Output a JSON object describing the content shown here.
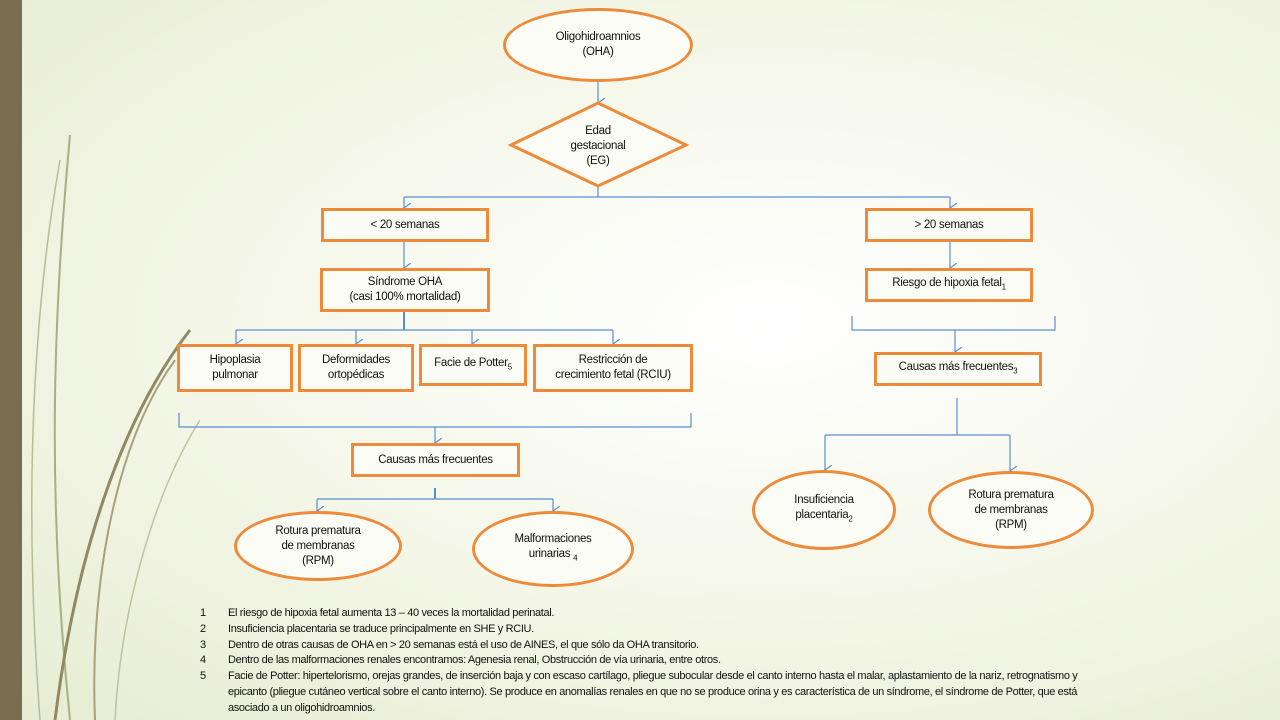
{
  "nodes": {
    "oha": "Oligohidroamnios\n(OHA)",
    "eg": "Edad\ngestacional\n(EG)",
    "lt20": "< 20  semanas",
    "gt20": "> 20  semanas",
    "sindrome": "Síndrome OHA\n(casi 100% mortalidad)",
    "riesgo": "Riesgo de hipoxia fetal",
    "riesgo_sub": "1",
    "hipoplasia": "Hipoplasia\npulmonar",
    "deformidades": "Deformidades\nortopédicas",
    "facie": "Facie de Potter",
    "facie_sub": "5",
    "rciu": "Restricción  de\ncrecimiento fetal (RCIU)",
    "causas_left": "Causas más frecuentes",
    "causas_right": "Causas más frecuentes",
    "causas_right_sub": "3",
    "rpm_left": "Rotura prematura\nde membranas\n(RPM)",
    "malformaciones": "Malformaciones\nurinarias",
    "malformaciones_sub": "4",
    "insuficiencia": "Insuficiencia\nplacentaria",
    "insuficiencia_sub": "2",
    "rpm_right": "Rotura prematura\nde membranas\n(RPM)"
  },
  "footnotes": [
    {
      "num": "1",
      "text": "El riesgo de hipoxia fetal aumenta  13 – 40 veces la mortalidad perinatal."
    },
    {
      "num": "2",
      "text": "Insuficiencia  placentaria se traduce principalmente en SHE y RCIU."
    },
    {
      "num": "3",
      "text": "Dentro de otras causas de OHA en > 20  semanas está el uso de AINES, el que sólo da OHA transitorio."
    },
    {
      "num": "4",
      "text": "Dentro de las malformaciones  renales  encontramos:  Agenesia renal, Obstrucción de vía urinaria, entre otros."
    },
    {
      "num": "5",
      "text": "Facie de Potter: hipertelorismo, orejas grandes, de inserción  baja y con escaso cartílago,  pliegue  subocular  desde el canto interno hasta el malar, aplastamiento de la nariz,  retrognatismo y epicanto (pliegue cutáneo  vertical sobre el canto interno). Se produce en anomalías  renales en que no se produce orina y es característica  de un síndrome,  el síndrome de Potter, que está asociado a un oligohidroamnios."
    }
  ],
  "colors": {
    "node_border": "#ee8a3a",
    "connector": "#5b8ed1",
    "side_bar": "#7a6e50"
  }
}
